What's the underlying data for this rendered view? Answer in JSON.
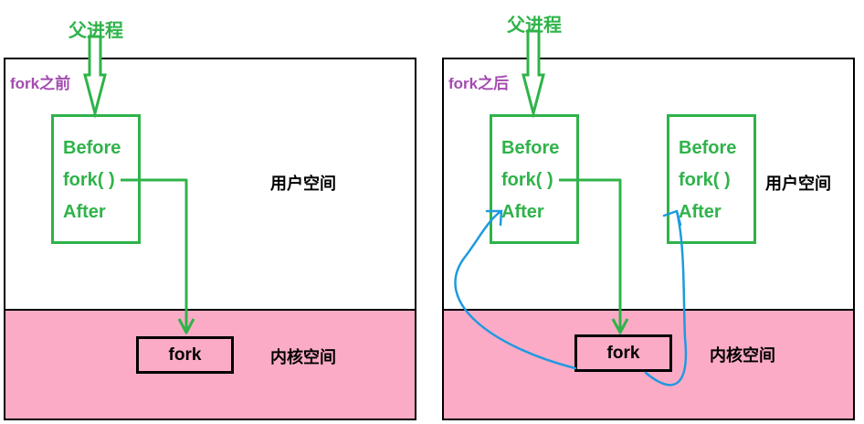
{
  "before": {
    "parent_label": "父进程",
    "phase_label": "fork之前",
    "process": {
      "line1": "Before",
      "line2": "fork( )",
      "line3": "After"
    },
    "user_space_label": "用户空间",
    "kernel_space_label": "内核空间",
    "kernel_fork_label": "fork"
  },
  "after": {
    "parent_label": "父进程",
    "phase_label": "fork之后",
    "parent_process": {
      "line1": "Before",
      "line2": "fork( )",
      "line3": "After"
    },
    "child_process": {
      "line1": "Before",
      "line2": "fork( )",
      "line3": "After"
    },
    "user_space_label": "用户空间",
    "kernel_space_label": "内核空间",
    "kernel_fork_label": "fork"
  },
  "colors": {
    "process_green": "#2fb34a",
    "phase_purple": "#a34bb0",
    "kernel_pink": "#fcabc7",
    "return_arrow_blue": "#1e9ae0"
  }
}
